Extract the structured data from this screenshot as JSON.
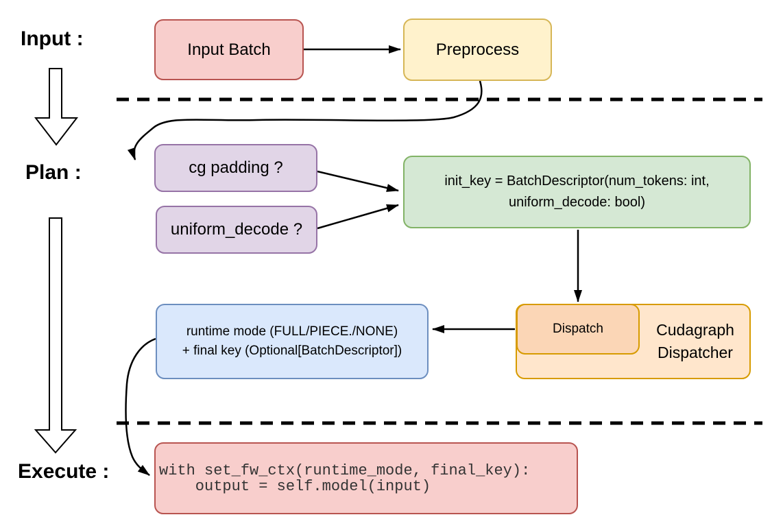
{
  "diagram": {
    "stage_labels": {
      "input": "Input :",
      "plan": "Plan :",
      "execute": "Execute :"
    },
    "nodes": {
      "input_batch": {
        "label": "Input Batch"
      },
      "preprocess": {
        "label": "Preprocess"
      },
      "cg_padding": {
        "label": "cg padding ?"
      },
      "uniform_decode": {
        "label": "uniform_decode ?"
      },
      "init_key": {
        "line1": "init_key = BatchDescriptor(num_tokens: int,",
        "line2": "uniform_decode: bool)"
      },
      "dispatch": {
        "label": "Dispatch"
      },
      "cudagraph_dispatcher": {
        "line1": "Cudagraph",
        "line2": "Dispatcher"
      },
      "runtime_mode": {
        "line1": "runtime mode (FULL/PIECE./NONE)",
        "line2": "+ final key (Optional[BatchDescriptor])"
      },
      "execute_code": {
        "line1": "with set_fw_ctx(runtime_mode, final_key):",
        "line2": "    output = self.model(input)"
      }
    },
    "palette": {
      "red_fill": "#f8cecc",
      "red_stroke": "#b85450",
      "yellow_fill": "#fff2cc",
      "yellow_stroke": "#d6b656",
      "purple_fill": "#e1d5e7",
      "purple_stroke": "#9673a6",
      "green_fill": "#d5e8d4",
      "green_stroke": "#82b366",
      "orange_fill": "#ffe6cc",
      "orange_inner_fill": "#fbd6b6",
      "orange_stroke": "#d79b00",
      "blue_fill": "#dae8fc",
      "blue_stroke": "#6c8ebf",
      "line_color": "#000000"
    }
  }
}
